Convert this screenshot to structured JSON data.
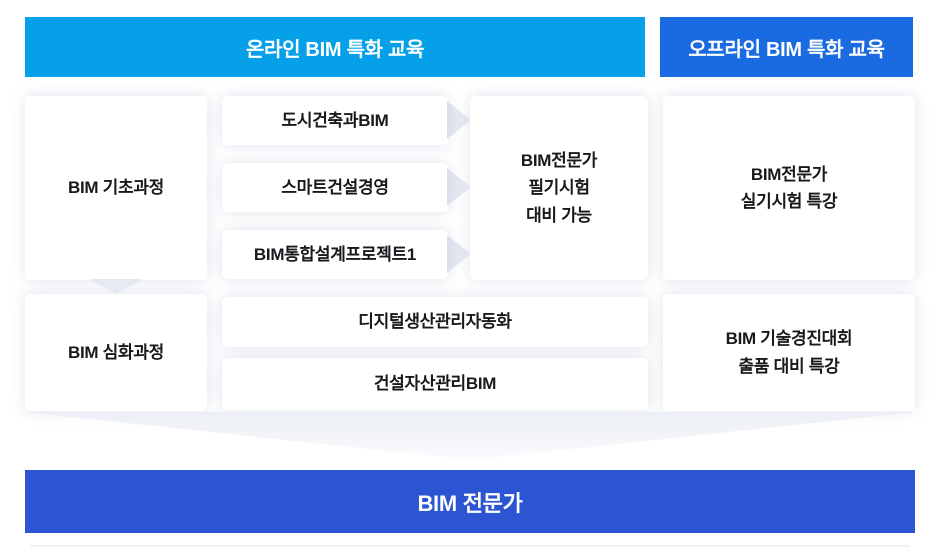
{
  "headers": {
    "online": "온라인 BIM 특화 교육",
    "offline": "오프라인 BIM 특화 교육"
  },
  "online": {
    "row1": {
      "course": "BIM 기초과정",
      "subjects": [
        "도시건축과BIM",
        "스마트건설경영",
        "BIM통합설계프로젝트1"
      ],
      "outcome": "BIM전문가\n필기시험\n대비 가능"
    },
    "row2": {
      "course": "BIM 심화과정",
      "subjects": [
        "디지털생산관리자동화",
        "건설자산관리BIM"
      ]
    }
  },
  "offline": {
    "row1": "BIM전문가\n실기시험 특강",
    "row2": "BIM 기술경진대회\n출품 대비 특강"
  },
  "footer": {
    "title": "BIM 전문가"
  },
  "colors": {
    "online_header": "#05a0e8",
    "offline_header": "#1a6be2",
    "footer_bar": "#2b55d2",
    "arrow_gray": "#dde2ec"
  }
}
